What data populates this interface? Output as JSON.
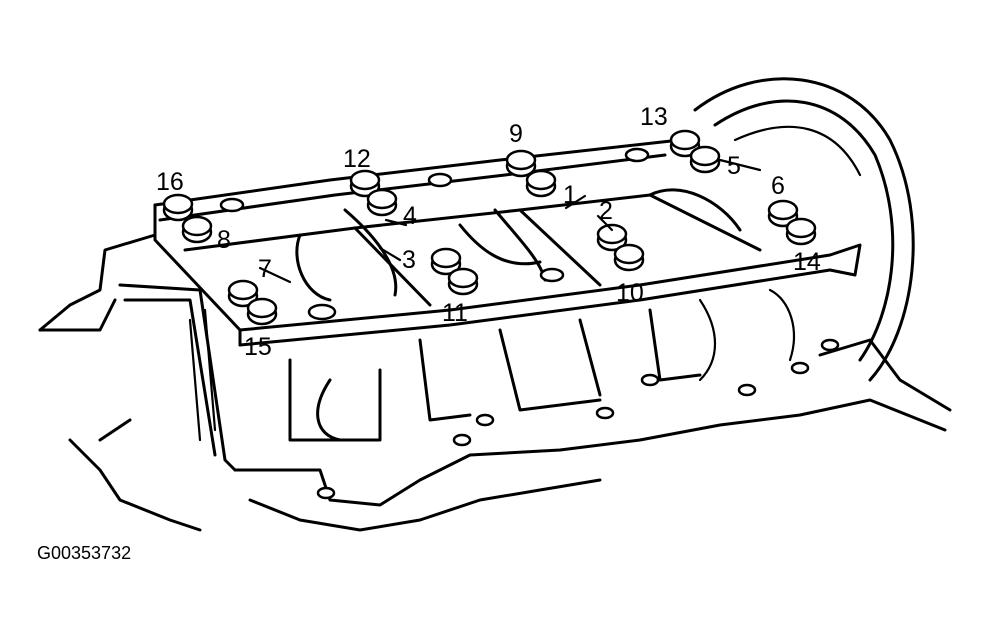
{
  "figure_id": "G00353732",
  "callouts": [
    "1",
    "2",
    "3",
    "4",
    "5",
    "6",
    "7",
    "8",
    "9",
    "10",
    "11",
    "12",
    "13",
    "14",
    "15",
    "16"
  ],
  "colors": {
    "ink": "#000000",
    "paper": "#ffffff"
  }
}
